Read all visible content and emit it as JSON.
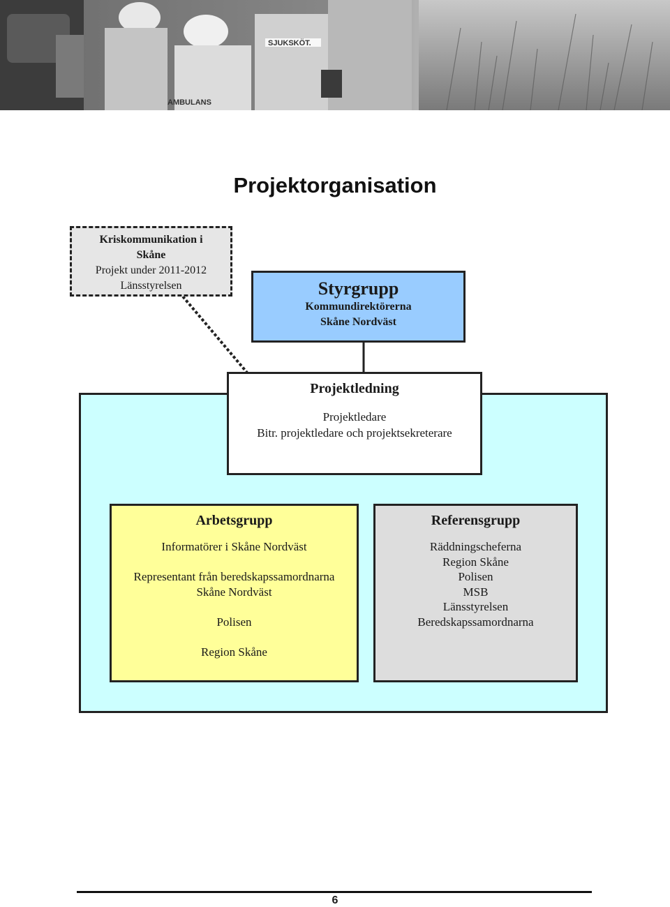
{
  "header_photo": {
    "description_icon": "rescue-scene-photo",
    "vest_labels": [
      "SJUKSKÖT.",
      "AMBULANS"
    ]
  },
  "page_title": "Projektorganisation",
  "external_project": {
    "line1": "Kriskommunikation i",
    "line2": "Skåne",
    "line3": "Projekt under 2011-2012",
    "line4": "Länsstyrelsen"
  },
  "steering_group": {
    "title": "Styrgrupp",
    "line1": "Kommundirektörerna",
    "line2": "Skåne Nordväst"
  },
  "project_management": {
    "title": "Projektledning",
    "line1": "Projektledare",
    "line2": "Bitr. projektledare och projektsekreterare"
  },
  "working_group": {
    "title": "Arbetsgrupp",
    "items": [
      "Informatörer i Skåne Nordväst",
      "Representant från beredskapssamordnarna",
      "Skåne Nordväst",
      "Polisen",
      "Region Skåne"
    ]
  },
  "reference_group": {
    "title": "Referensgrupp",
    "items": [
      "Räddningscheferna",
      "Region Skåne",
      "Polisen",
      "MSB",
      "Länsstyrelsen",
      "Beredskapssamordnarna"
    ]
  },
  "colors": {
    "steering_fill": "#99ccff",
    "region_fill": "#ccffff",
    "working_fill": "#ffff99",
    "reference_fill": "#dddddd",
    "external_fill": "#e6e6e6"
  },
  "page_number": "6"
}
